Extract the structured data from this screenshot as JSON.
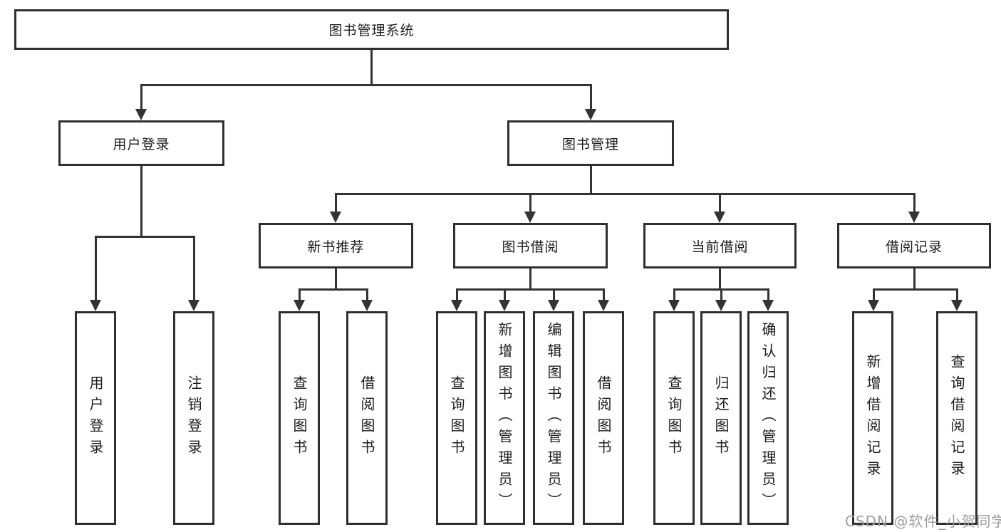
{
  "diagram": {
    "root": {
      "label": "图书管理系统"
    },
    "level2": [
      {
        "label": "用户登录"
      },
      {
        "label": "图书管理"
      }
    ],
    "level3": [
      {
        "label": "新书推荐"
      },
      {
        "label": "图书借阅"
      },
      {
        "label": "当前借阅"
      },
      {
        "label": "借阅记录"
      }
    ],
    "leaves": {
      "user_login": [
        "用户登录",
        "注销登录"
      ],
      "new_book_recommend": [
        "查询图书",
        "借阅图书"
      ],
      "book_borrow": [
        "查询图书",
        "新增图书（管理员）",
        "编辑图书（管理员）",
        "借阅图书"
      ],
      "current_borrow": [
        "查询图书",
        "归还图书",
        "确认归还（管理员）"
      ],
      "borrow_records": [
        "新增借阅记录",
        "查询借阅记录"
      ]
    }
  },
  "watermark": {
    "text": "CSDN @软件_小贺同学",
    "color": "#9e9e9e"
  },
  "colors": {
    "line": "#333333",
    "box_border": "#2f2f2f",
    "text": "#1c1c1c",
    "watermark": "#9e9e9e",
    "background": "#ffffff"
  }
}
